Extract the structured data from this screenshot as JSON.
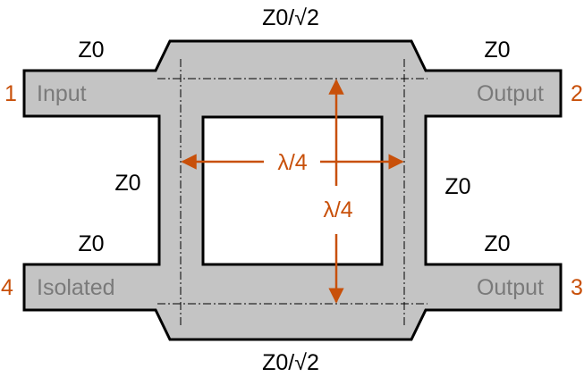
{
  "colors": {
    "line_fill": "#c4c4c4",
    "outline": "#000000",
    "accent": "#c8500a",
    "port_text": "#7a7a7a"
  },
  "impedances": {
    "top": "Z0/√2",
    "bottom": "Z0/√2",
    "left_vertical": "Z0",
    "right_vertical": "Z0",
    "input_line": "Z0",
    "output2_line": "Z0",
    "isolated_line": "Z0",
    "output3_line": "Z0"
  },
  "ports": {
    "p1": {
      "number": "1",
      "name": "Input"
    },
    "p2": {
      "number": "2",
      "name": "Output"
    },
    "p3": {
      "number": "3",
      "name": "Output"
    },
    "p4": {
      "number": "4",
      "name": "Isolated"
    }
  },
  "dimensions": {
    "horizontal": "λ/4",
    "vertical": "λ/4"
  }
}
